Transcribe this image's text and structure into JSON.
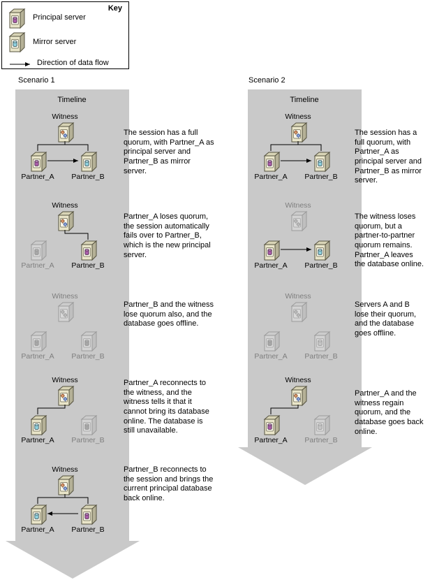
{
  "key": {
    "title": "Key",
    "items": [
      {
        "label": "Principal server"
      },
      {
        "label": "Mirror server"
      },
      {
        "label": "Direction of data flow"
      }
    ]
  },
  "colors": {
    "timeline_arrow": "#c9c9c9",
    "principal_db": "#a95ca9",
    "principal_db_top": "#c78fc7",
    "mirror_db": "#8fd0de",
    "mirror_db_top": "#c2e9f0"
  },
  "scenario1": {
    "title": "Scenario 1",
    "timeline_label": "Timeline",
    "stages": [
      {
        "witness_label": "Witness",
        "partner_a_label": "Partner_A",
        "partner_b_label": "Partner_B",
        "witness_state": "active",
        "partner_a_state": "active",
        "partner_b_state": "active",
        "partner_a_role": "principal",
        "partner_b_role": "mirror",
        "witness_links": "both",
        "data_flow": "a-to-b",
        "description": "The session has a full quorum, with Partner_A as principal server and Partner_B as mirror server."
      },
      {
        "witness_label": "Witness",
        "partner_a_label": "Partner_A",
        "partner_b_label": "Partner_B",
        "witness_state": "active",
        "partner_a_state": "lost",
        "partner_b_state": "active",
        "partner_a_role": "principal",
        "partner_b_role": "principal",
        "witness_links": "b-only",
        "data_flow": "none",
        "description": "Partner_A loses quorum, the session automatically fails over to Partner_B, which is the new principal server."
      },
      {
        "witness_label": "Witness",
        "partner_a_label": "Partner_A",
        "partner_b_label": "Partner_B",
        "witness_state": "lost",
        "partner_a_state": "lost",
        "partner_b_state": "lost",
        "partner_a_role": "principal",
        "partner_b_role": "principal",
        "witness_links": "none",
        "data_flow": "none",
        "description": "Partner_B and the witness lose quorum also, and the database goes offline."
      },
      {
        "witness_label": "Witness",
        "partner_a_label": "Partner_A",
        "partner_b_label": "Partner_B",
        "witness_state": "active",
        "partner_a_state": "active",
        "partner_b_state": "lost",
        "partner_a_role": "mirror",
        "partner_b_role": "principal",
        "witness_links": "a-only",
        "data_flow": "none",
        "description": "Partner_A reconnects to the witness, and the witness tells it that it cannot bring its database online. The database is still unavailable."
      },
      {
        "witness_label": "Witness",
        "partner_a_label": "Partner_A",
        "partner_b_label": "Partner_B",
        "witness_state": "active",
        "partner_a_state": "active",
        "partner_b_state": "active",
        "partner_a_role": "mirror",
        "partner_b_role": "principal",
        "witness_links": "both",
        "data_flow": "b-to-a",
        "description": "Partner_B reconnects to the session and brings the current principal database back online."
      }
    ]
  },
  "scenario2": {
    "title": "Scenario 2",
    "timeline_label": "Timeline",
    "stages": [
      {
        "witness_label": "Witness",
        "partner_a_label": "Partner_A",
        "partner_b_label": "Partner_B",
        "witness_state": "active",
        "partner_a_state": "active",
        "partner_b_state": "active",
        "partner_a_role": "principal",
        "partner_b_role": "mirror",
        "witness_links": "both",
        "data_flow": "a-to-b",
        "description": "The session has a full quorum, with Partner_A as principal server and Partner_B as mirror server."
      },
      {
        "witness_label": "Witness",
        "partner_a_label": "Partner_A",
        "partner_b_label": "Partner_B",
        "witness_state": "lost",
        "partner_a_state": "active",
        "partner_b_state": "active",
        "partner_a_role": "principal",
        "partner_b_role": "mirror",
        "witness_links": "none",
        "data_flow": "a-to-b",
        "description": "The witness loses quorum, but a partner-to-partner quorum remains. Partner_A leaves the database online."
      },
      {
        "witness_label": "Witness",
        "partner_a_label": "Partner_A",
        "partner_b_label": "Partner_B",
        "witness_state": "lost",
        "partner_a_state": "lost",
        "partner_b_state": "lost",
        "partner_a_role": "principal",
        "partner_b_role": "mirror",
        "witness_links": "none",
        "data_flow": "none",
        "description": "Servers A and B lose their quorum, and the database goes offline."
      },
      {
        "witness_label": "Witness",
        "partner_a_label": "Partner_A",
        "partner_b_label": "Partner_B",
        "witness_state": "active",
        "partner_a_state": "active",
        "partner_b_state": "lost",
        "partner_a_role": "principal",
        "partner_b_role": "mirror",
        "witness_links": "a-only",
        "data_flow": "none",
        "description": "Partner_A and the witness regain quorum, and the database goes back online."
      }
    ]
  }
}
